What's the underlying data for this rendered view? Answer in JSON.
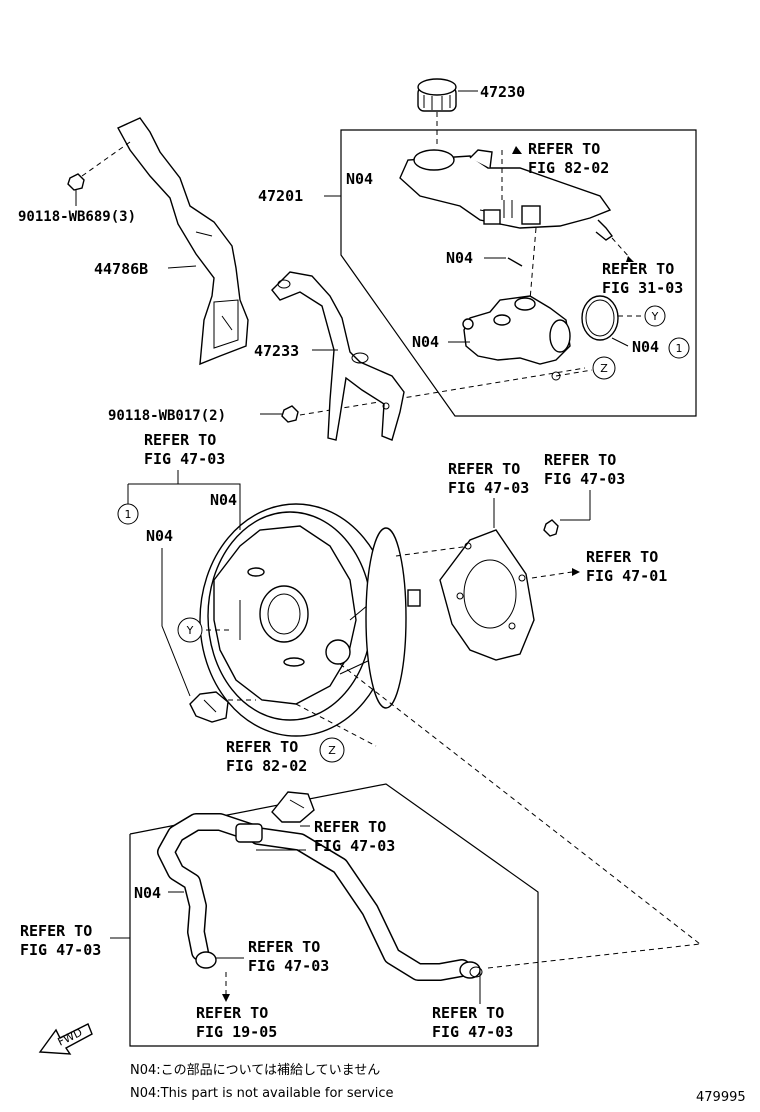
{
  "parts": {
    "p47230": "47230",
    "p47201": "47201",
    "p44786b": "44786B",
    "p47233": "47233",
    "p90118_wb689": "90118-WB689(3)",
    "p90118_wb017": "90118-WB017(2)"
  },
  "n04_label": "N04",
  "circles": {
    "one": "1",
    "y": "Y",
    "z": "Z"
  },
  "refer_to": "REFER TO",
  "figs": {
    "fig82_02": "FIG 82-02",
    "fig31_03": "FIG 31-03",
    "fig47_03": "FIG 47-03",
    "fig47_01": "FIG 47-01",
    "fig19_05": "FIG 19-05"
  },
  "fwd": "FWD",
  "notes": {
    "jp": "N04:この部品については補給していません",
    "en": "N04:This part is not available for service"
  },
  "diagram_id": "479995"
}
